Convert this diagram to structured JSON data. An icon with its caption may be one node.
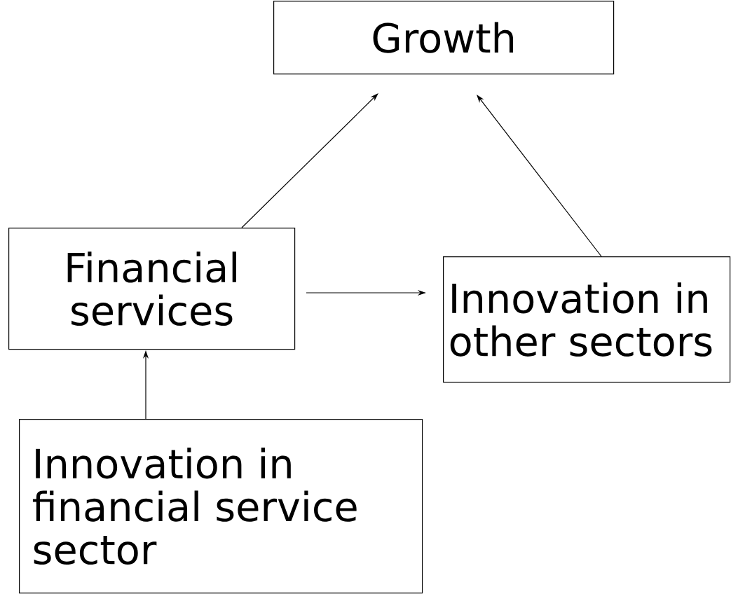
{
  "diagram": {
    "nodes": [
      {
        "text": [
          "Growth"
        ]
      },
      {
        "text": [
          "Financial services"
        ]
      },
      {
        "text": [
          "Innovation in other sectors"
        ]
      },
      {
        "text": [
          "Innovation in financial service sector"
        ]
      }
    ],
    "edges": [
      {
        "from": 1,
        "to": 0,
        "arrow": "to"
      },
      {
        "from": 2,
        "to": 0,
        "arrow": "to"
      },
      {
        "from": 1,
        "to": 2,
        "arrow": "to"
      },
      {
        "from": 3,
        "to": 1,
        "arrow": "to"
      }
    ]
  }
}
